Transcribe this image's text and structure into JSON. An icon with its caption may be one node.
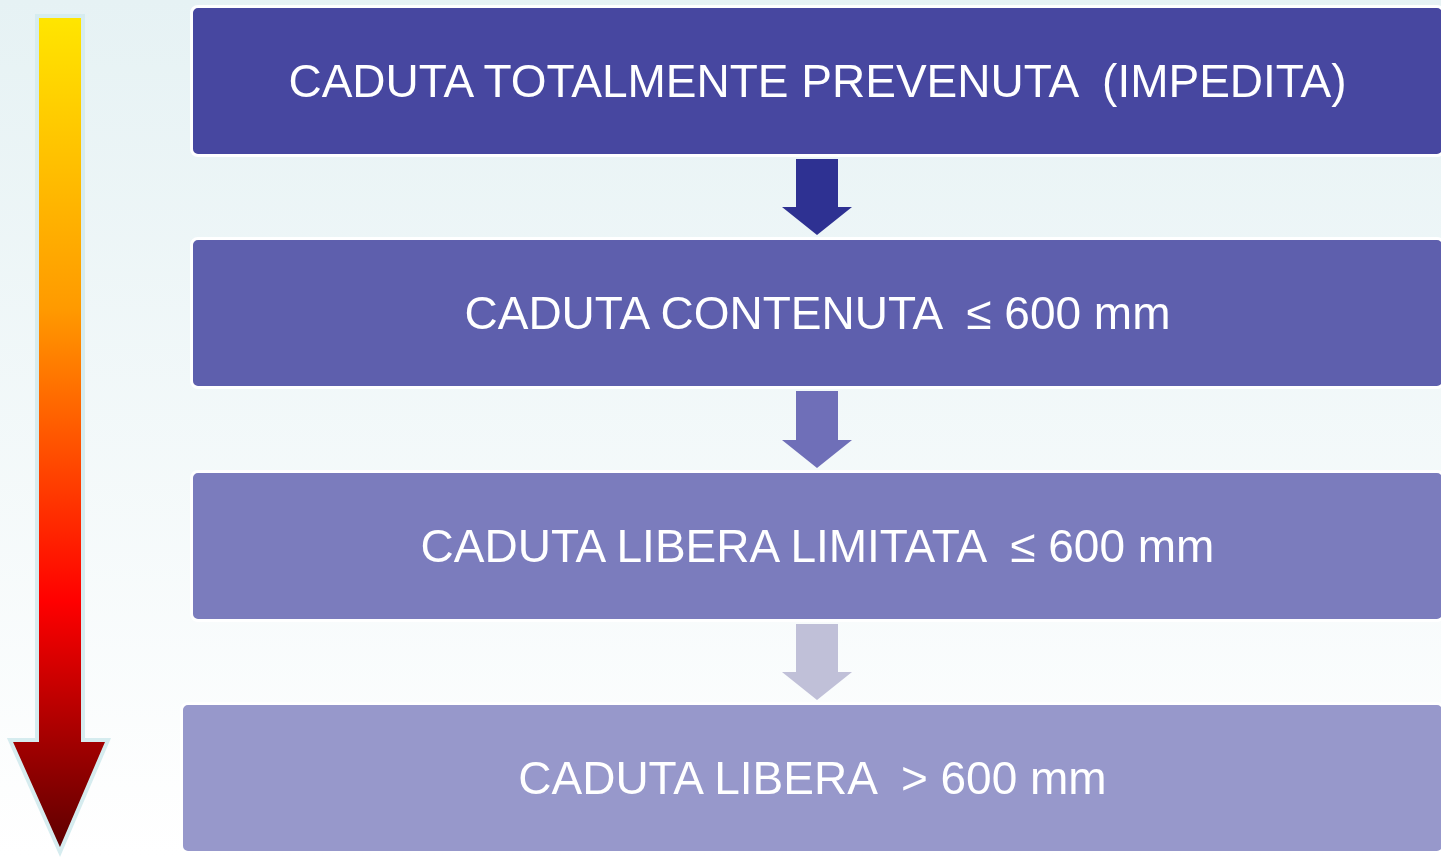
{
  "diagram": {
    "nodes": [
      {
        "text": [
          "CADUTA TOTALMENTE PREVENUTA  (IMPEDITA)"
        ]
      },
      {
        "text": [
          "CADUTA CONTENUTA  ≤ 600 mm"
        ]
      },
      {
        "text": [
          "CADUTA LIBERA LIMITATA  ≤ 600 mm"
        ]
      },
      {
        "text": [
          "CADUTA LIBERA  > 600 mm"
        ]
      }
    ],
    "edges": [
      {
        "from": 0,
        "to": 1,
        "arrow": "to",
        "style": "thick",
        "color": "#2e3192"
      },
      {
        "from": 1,
        "to": 2,
        "arrow": "to",
        "style": "thick",
        "color": "#6f6fb8"
      },
      {
        "from": 2,
        "to": 3,
        "arrow": "to",
        "style": "thick",
        "color": "#c0c0d8"
      }
    ]
  }
}
